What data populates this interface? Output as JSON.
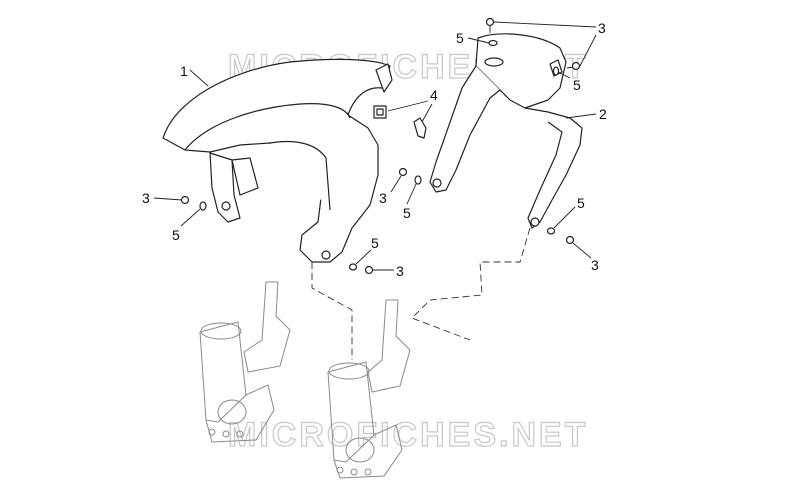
{
  "watermark": {
    "text": "MICROFICHES.NET",
    "color": "#c8c8c8"
  },
  "callouts": [
    {
      "id": "c1",
      "label": "1"
    },
    {
      "id": "c2",
      "label": "2"
    },
    {
      "id": "c3a",
      "label": "3"
    },
    {
      "id": "c3b",
      "label": "3"
    },
    {
      "id": "c3c",
      "label": "3"
    },
    {
      "id": "c3d",
      "label": "3"
    },
    {
      "id": "c3e",
      "label": "3"
    },
    {
      "id": "c4",
      "label": "4"
    },
    {
      "id": "c5a",
      "label": "5"
    },
    {
      "id": "c5b",
      "label": "5"
    },
    {
      "id": "c5c",
      "label": "5"
    },
    {
      "id": "c5d",
      "label": "5"
    },
    {
      "id": "c5e",
      "label": "5"
    },
    {
      "id": "c5f",
      "label": "5"
    }
  ]
}
